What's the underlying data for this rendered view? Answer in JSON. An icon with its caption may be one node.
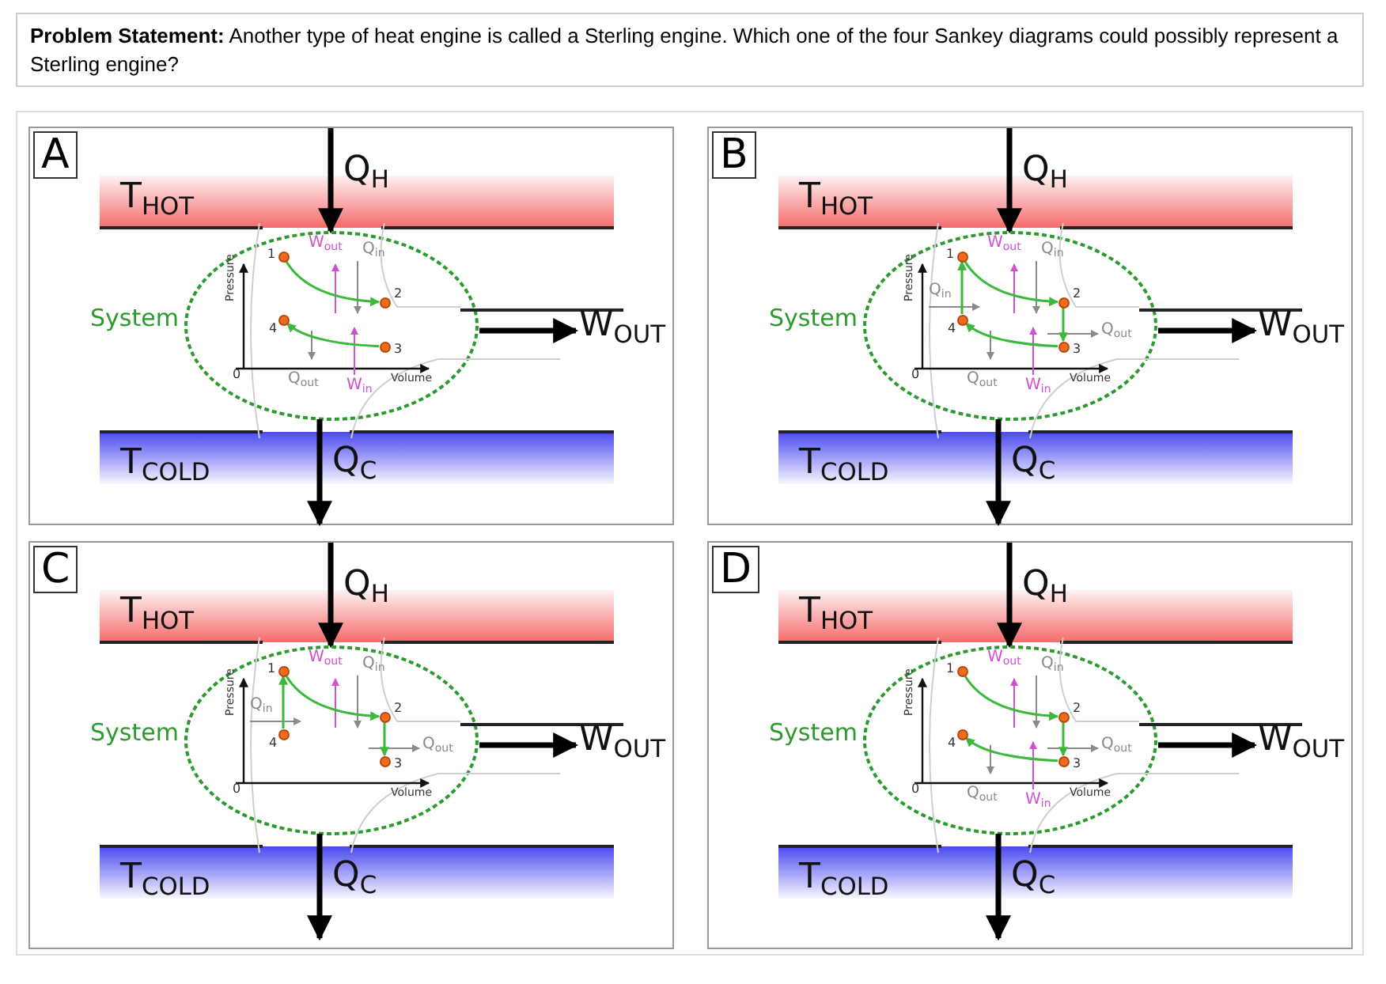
{
  "diagram": {
    "title": "**Problem Statement:** Another type of heat engine is called a Sterling engine. Which one of the four Sankey diagrams could possibly represent a Sterling engine?",
    "nodes": [
      {
        "text": [
          "A"
        ]
      },
      {
        "text": [
          "T$_{HOT}$"
        ],
        "in": 0
      },
      {
        "text": [
          "System"
        ],
        "in": 0
      },
      {
        "text": [],
        "shape": "circle",
        "beside": [
          "1"
        ],
        "in": 2
      },
      {
        "text": [],
        "shape": "circle",
        "beside": [
          "2"
        ],
        "in": 2
      },
      {
        "text": [],
        "shape": "circle",
        "beside": [
          "3"
        ],
        "in": 2
      },
      {
        "text": [],
        "shape": "circle",
        "beside": [
          "4"
        ],
        "in": 2
      },
      {
        "text": [
          "T$_{COLD}$"
        ],
        "in": 0
      },
      {
        "text": [
          "B"
        ]
      },
      {
        "text": [
          "T$_{HOT}$"
        ],
        "in": 8
      },
      {
        "text": [
          "System"
        ],
        "in": 8
      },
      {
        "text": [],
        "shape": "circle",
        "beside": [
          "1"
        ],
        "in": 10
      },
      {
        "text": [],
        "shape": "circle",
        "beside": [
          "2"
        ],
        "in": 10
      },
      {
        "text": [],
        "shape": "circle",
        "beside": [
          "3"
        ],
        "in": 10
      },
      {
        "text": [],
        "shape": "circle",
        "beside": [
          "4"
        ],
        "in": 10
      },
      {
        "text": [
          "T$_{COLD}$"
        ],
        "in": 8
      },
      {
        "text": [
          "C"
        ]
      },
      {
        "text": [
          "T$_{HOT}$"
        ],
        "in": 16
      },
      {
        "text": [
          "System"
        ],
        "in": 16
      },
      {
        "text": [],
        "shape": "circle",
        "beside": [
          "1"
        ],
        "in": 18
      },
      {
        "text": [],
        "shape": "circle",
        "beside": [
          "2"
        ],
        "in": 18
      },
      {
        "text": [],
        "shape": "circle",
        "beside": [
          "3"
        ],
        "in": 18
      },
      {
        "text": [],
        "shape": "circle",
        "beside": [
          "4"
        ],
        "in": 18
      },
      {
        "text": [
          "T$_{COLD}$"
        ],
        "in": 16
      },
      {
        "text": [
          "D"
        ]
      },
      {
        "text": [
          "T$_{HOT}$"
        ],
        "in": 24
      },
      {
        "text": [
          "System"
        ],
        "in": 24
      },
      {
        "text": [],
        "shape": "circle",
        "beside": [
          "1"
        ],
        "in": 26
      },
      {
        "text": [],
        "shape": "circle",
        "beside": [
          "2"
        ],
        "in": 26
      },
      {
        "text": [],
        "shape": "circle",
        "beside": [
          "3"
        ],
        "in": 26
      },
      {
        "text": [],
        "shape": "circle",
        "beside": [
          "4"
        ],
        "in": 26
      },
      {
        "text": [
          "T$_{COLD}$"
        ],
        "in": 24
      }
    ],
    "edges": [
      {
        "from": null,
        "to": 2,
        "arrow": "to",
        "label": "Q$_{H}$",
        "style": "thick"
      },
      {
        "from": 3,
        "to": 4,
        "arrow": "to",
        "color": "#3cb83c"
      },
      {
        "from": 5,
        "to": 6,
        "arrow": "to",
        "color": "#3cb83c"
      },
      {
        "from": 2,
        "to": null,
        "arrow": "to",
        "label": "W$_{OUT}$",
        "style": "thick"
      },
      {
        "from": 2,
        "to": null,
        "arrow": "to",
        "label": "Q$_{C}$",
        "style": "thick"
      },
      {
        "from": null,
        "to": 10,
        "arrow": "to",
        "label": "Q$_{H}$",
        "style": "thick"
      },
      {
        "from": 11,
        "to": 12,
        "arrow": "to",
        "color": "#3cb83c"
      },
      {
        "from": 12,
        "to": 13,
        "arrow": "to",
        "color": "#3cb83c"
      },
      {
        "from": 13,
        "to": 14,
        "arrow": "to",
        "color": "#3cb83c"
      },
      {
        "from": 14,
        "to": 11,
        "arrow": "to",
        "color": "#3cb83c"
      },
      {
        "from": 10,
        "to": null,
        "arrow": "to",
        "label": "W$_{OUT}$",
        "style": "thick"
      },
      {
        "from": 10,
        "to": null,
        "arrow": "to",
        "label": "Q$_{C}$",
        "style": "thick"
      },
      {
        "from": null,
        "to": 18,
        "arrow": "to",
        "label": "Q$_{H}$",
        "style": "thick"
      },
      {
        "from": 19,
        "to": 20,
        "arrow": "to",
        "color": "#3cb83c"
      },
      {
        "from": 20,
        "to": 21,
        "arrow": "to",
        "color": "#3cb83c"
      },
      {
        "from": 22,
        "to": 19,
        "arrow": "to",
        "color": "#3cb83c"
      },
      {
        "from": 18,
        "to": null,
        "arrow": "to",
        "label": "W$_{OUT}$",
        "style": "thick"
      },
      {
        "from": 18,
        "to": null,
        "arrow": "to",
        "label": "Q$_{C}$",
        "style": "thick"
      },
      {
        "from": null,
        "to": 26,
        "arrow": "to",
        "label": "Q$_{H}$",
        "style": "thick"
      },
      {
        "from": 27,
        "to": 28,
        "arrow": "to",
        "color": "#3cb83c"
      },
      {
        "from": 28,
        "to": 29,
        "arrow": "to",
        "color": "#3cb83c"
      },
      {
        "from": 29,
        "to": 30,
        "arrow": "to",
        "color": "#3cb83c"
      },
      {
        "from": 26,
        "to": null,
        "arrow": "to",
        "label": "W$_{OUT}$",
        "style": "thick"
      },
      {
        "from": 26,
        "to": null,
        "arrow": "to",
        "label": "Q$_{C}$",
        "style": "thick"
      }
    ],
    "labels": [
      "W$_{out}$",
      "Q$_{in}$",
      "Pressure",
      "Volume",
      "0",
      "Q$_{out}$",
      "W$_{in}$",
      "W$_{out}$",
      "Q$_{in}$",
      "Pressure",
      "Q$_{in}$",
      "Q$_{out}$",
      "Volume",
      "0",
      "Q$_{out}$",
      "W$_{in}$",
      "W$_{out}$",
      "Q$_{in}$",
      "Pressure",
      "Q$_{in}$",
      "Q$_{out}$",
      "Volume",
      "0",
      "W$_{out}$",
      "Q$_{in}$",
      "Pressure",
      "Q$_{out}$",
      "Volume",
      "0",
      "Q$_{out}$",
      "W$_{in}$"
    ]
  }
}
